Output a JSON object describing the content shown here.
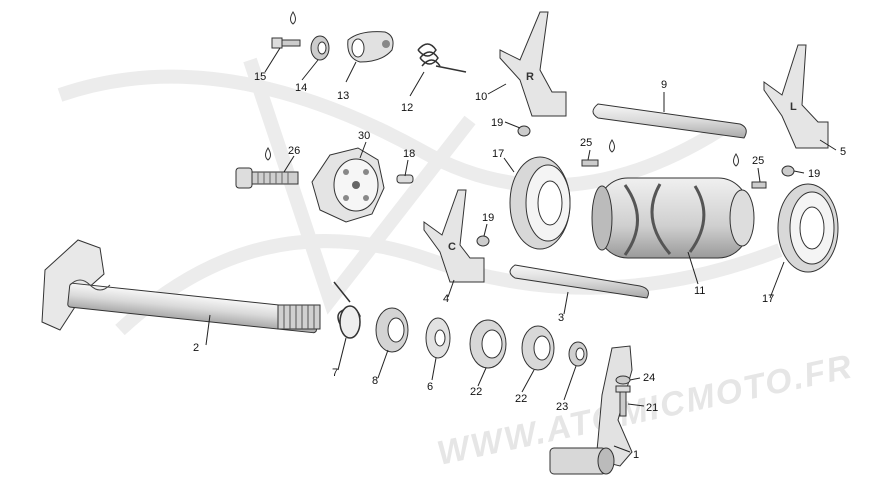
{
  "watermark": {
    "text": "WWW.ATOMICMOTO.FR"
  },
  "colors": {
    "part_fill": "#e9e9e9",
    "part_dark": "#bdbdbd",
    "outline": "#333333",
    "watermark": "#e6e6e6"
  },
  "callouts": {
    "c1": "1",
    "c2": "2",
    "c3": "3",
    "c4": "4",
    "c5": "5",
    "c6": "6",
    "c7": "7",
    "c8": "8",
    "c9": "9",
    "c10": "10",
    "c11": "11",
    "c12": "12",
    "c13": "13",
    "c14": "14",
    "c15": "15",
    "c17a": "17",
    "c17b": "17",
    "c18": "18",
    "c19a": "19",
    "c19b": "19",
    "c19c": "19",
    "c21": "21",
    "c22a": "22",
    "c22b": "22",
    "c23": "23",
    "c24": "24",
    "c25a": "25",
    "c25b": "25",
    "c26": "26",
    "c30": "30"
  },
  "fork_letters": {
    "r": "R",
    "l": "L",
    "c": "C"
  }
}
